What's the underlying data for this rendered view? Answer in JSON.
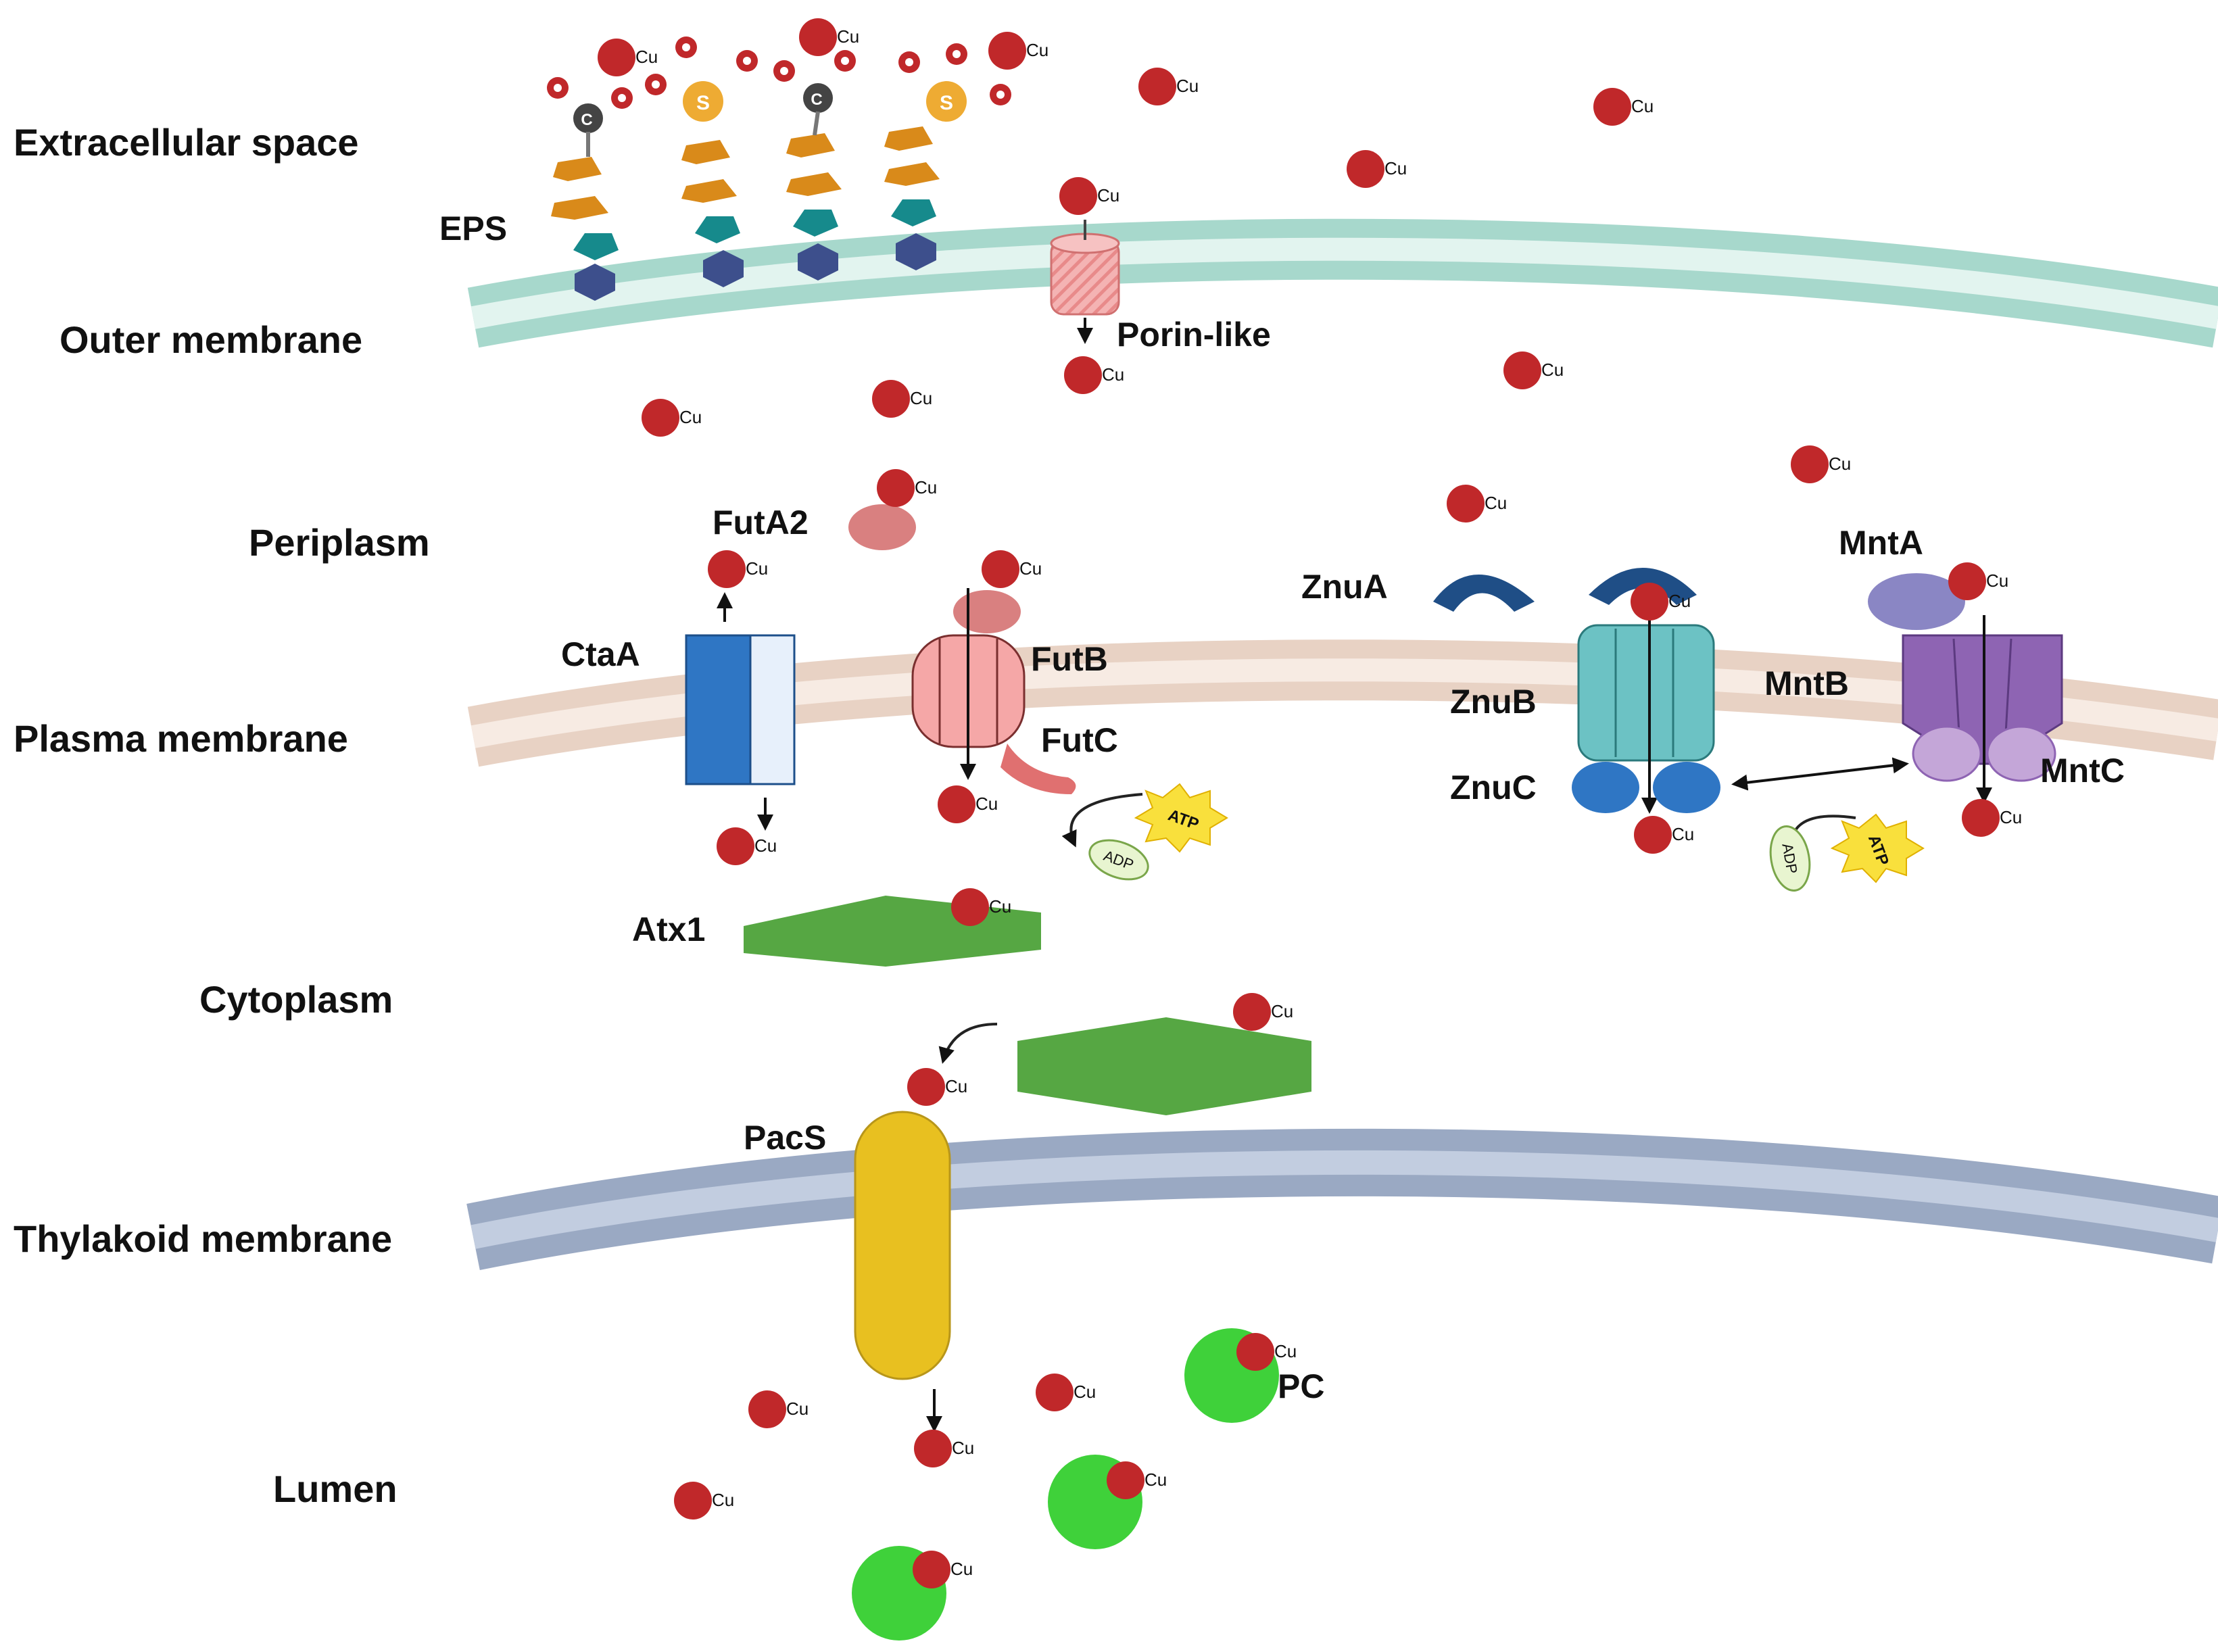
{
  "regions": {
    "extracellular": "Extracellular space",
    "outer_membrane": "Outer membrane",
    "periplasm": "Periplasm",
    "plasma_membrane": "Plasma membrane",
    "cytoplasm": "Cytoplasm",
    "thylakoid_membrane": "Thylakoid membrane",
    "lumen": "Lumen"
  },
  "proteins": {
    "eps": "EPS",
    "porin": "Porin-like",
    "futa2": "FutA2",
    "ctaa": "CtaA",
    "futb": "FutB",
    "futc": "FutC",
    "znua": "ZnuA",
    "znub": "ZnuB",
    "znuc": "ZnuC",
    "mnta": "MntA",
    "mntb": "MntB",
    "mntc": "MntC",
    "atx1": "Atx1",
    "pacs": "PacS",
    "pc": "PC"
  },
  "ion_label": "Cu",
  "molecules": {
    "atp": "ATP",
    "adp": "ADP",
    "c": "C",
    "s": "S"
  },
  "colors": {
    "copper": "#c0282a",
    "outer_membrane": "#a7d8cc",
    "plasma_membrane": "#e8d2c4",
    "thylakoid_membrane": "#9aa9c3",
    "ctaa": "#2f76c4",
    "futb": "#f0a0a0",
    "znu": "#6cc2c4",
    "mnt": "#8e64b3",
    "atx1": "#56a743",
    "pacs": "#e8c020",
    "pc": "#3fd13a",
    "atp": "#f9e03c"
  }
}
